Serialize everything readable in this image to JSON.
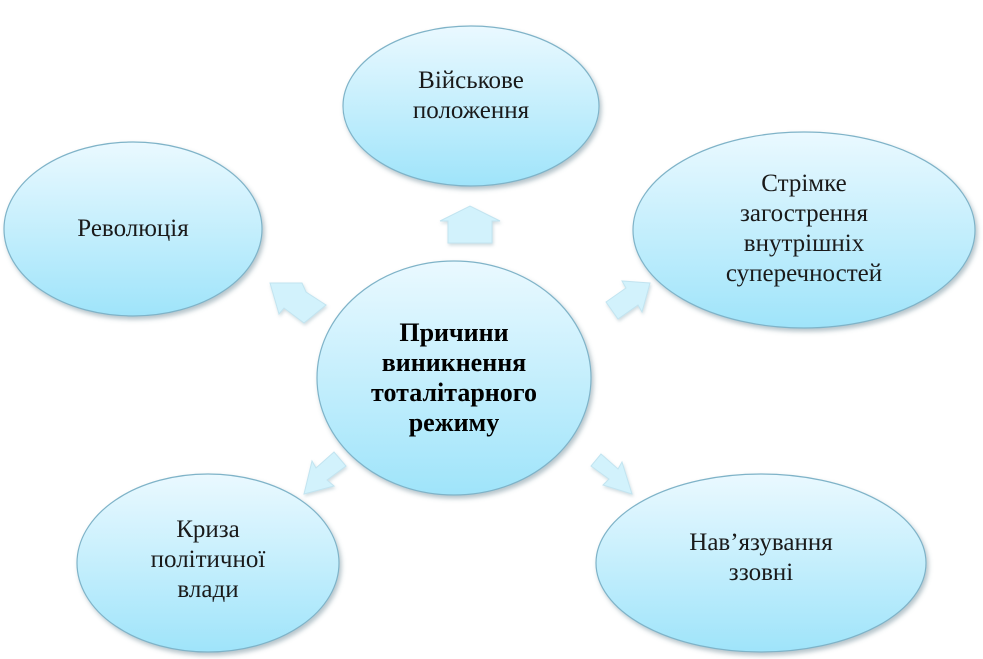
{
  "center": {
    "lines": [
      "Причини",
      "виникнення",
      "тоталітарного",
      "режиму"
    ]
  },
  "nodes": [
    {
      "id": "military",
      "lines": [
        "Військове",
        "положення"
      ]
    },
    {
      "id": "contradictions",
      "lines": [
        "Стрімке",
        "загострення",
        "внутрішніх",
        "суперечностей"
      ]
    },
    {
      "id": "imposed",
      "lines": [
        "Нав’язування",
        "ззовні"
      ]
    },
    {
      "id": "crisis",
      "lines": [
        "Криза",
        "політичної",
        "влади"
      ]
    },
    {
      "id": "revolution",
      "lines": [
        "Революція"
      ]
    }
  ],
  "colors": {
    "bubble_top": "#eaf9ff",
    "bubble_bottom": "#9fe4fa",
    "bubble_stroke": "#7fb3c8",
    "arrow_fill": "#d2f2fc",
    "arrow_stroke": "#c2e4f0"
  }
}
